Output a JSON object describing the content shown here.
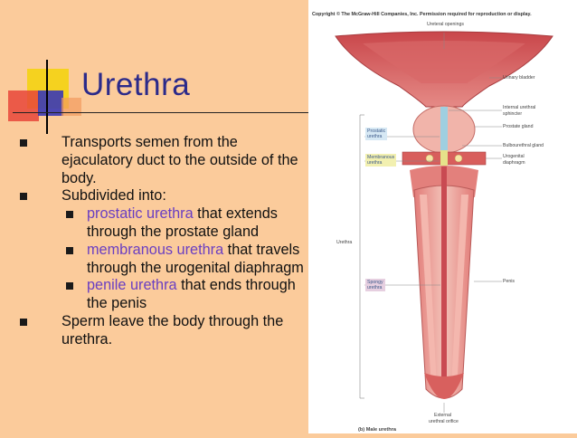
{
  "slide": {
    "title": "Urethra",
    "bullets": [
      {
        "text": "Transports semen from the ejaculatory duct to the outside of the body."
      },
      {
        "text": "Subdivided into:"
      }
    ],
    "sub_bullets": [
      {
        "highlight": "prostatic urethra",
        "rest": " that extends through the prostate gland"
      },
      {
        "highlight": "membranous urethra",
        "rest": " that travels through the urogenital diaphragm"
      },
      {
        "highlight": "penile urethra",
        "rest": " that ends through the penis"
      }
    ],
    "last_bullet": "Sperm leave the body through the urethra."
  },
  "figure": {
    "copyright": "Copyright © The McGraw-Hill Companies, Inc. Permission required for reproduction or display.",
    "caption": "(b) Male urethra",
    "labels": {
      "ureteral_openings": "Ureteral openings",
      "urinary_bladder": "Urinary bladder",
      "internal_sphincter_1": "Internal urethral",
      "internal_sphincter_2": "sphincter",
      "prostate_gland": "Prostate gland",
      "bulbourethral_gland": "Bulbourethral gland",
      "urogenital_1": "Urogenital",
      "urogenital_2": "diaphragm",
      "urethra": "Urethra",
      "penis": "Penis",
      "external_1": "External",
      "external_2": "urethral orifice"
    },
    "boxes": {
      "prostatic_1": "Prostatic",
      "prostatic_2": "urethra",
      "membranous_1": "Membranous",
      "membranous_2": "urethra",
      "spongy_1": "Spongy",
      "spongy_2": "urethra"
    }
  },
  "colors": {
    "background": "#fbcb9b",
    "title": "#2b2a8a",
    "highlight": "#6a3fc2",
    "logo_yellow": "#f5d21f",
    "logo_red": "#e8463a",
    "logo_blue": "#3a38b5"
  }
}
